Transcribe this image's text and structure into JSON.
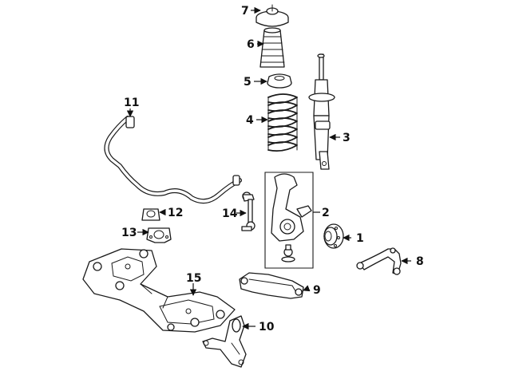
{
  "colors": {
    "background": "#ffffff",
    "line": "#1a1a1a",
    "callout": "#111111"
  },
  "callouts": [
    {
      "id": "1",
      "label": "1"
    },
    {
      "id": "2",
      "label": "2"
    },
    {
      "id": "3",
      "label": "3"
    },
    {
      "id": "4",
      "label": "4"
    },
    {
      "id": "5",
      "label": "5"
    },
    {
      "id": "6",
      "label": "6"
    },
    {
      "id": "7",
      "label": "7"
    },
    {
      "id": "8",
      "label": "8"
    },
    {
      "id": "9",
      "label": "9"
    },
    {
      "id": "10",
      "label": "10"
    },
    {
      "id": "11",
      "label": "11"
    },
    {
      "id": "12",
      "label": "12"
    },
    {
      "id": "13",
      "label": "13"
    },
    {
      "id": "14",
      "label": "14"
    },
    {
      "id": "15",
      "label": "15"
    }
  ]
}
